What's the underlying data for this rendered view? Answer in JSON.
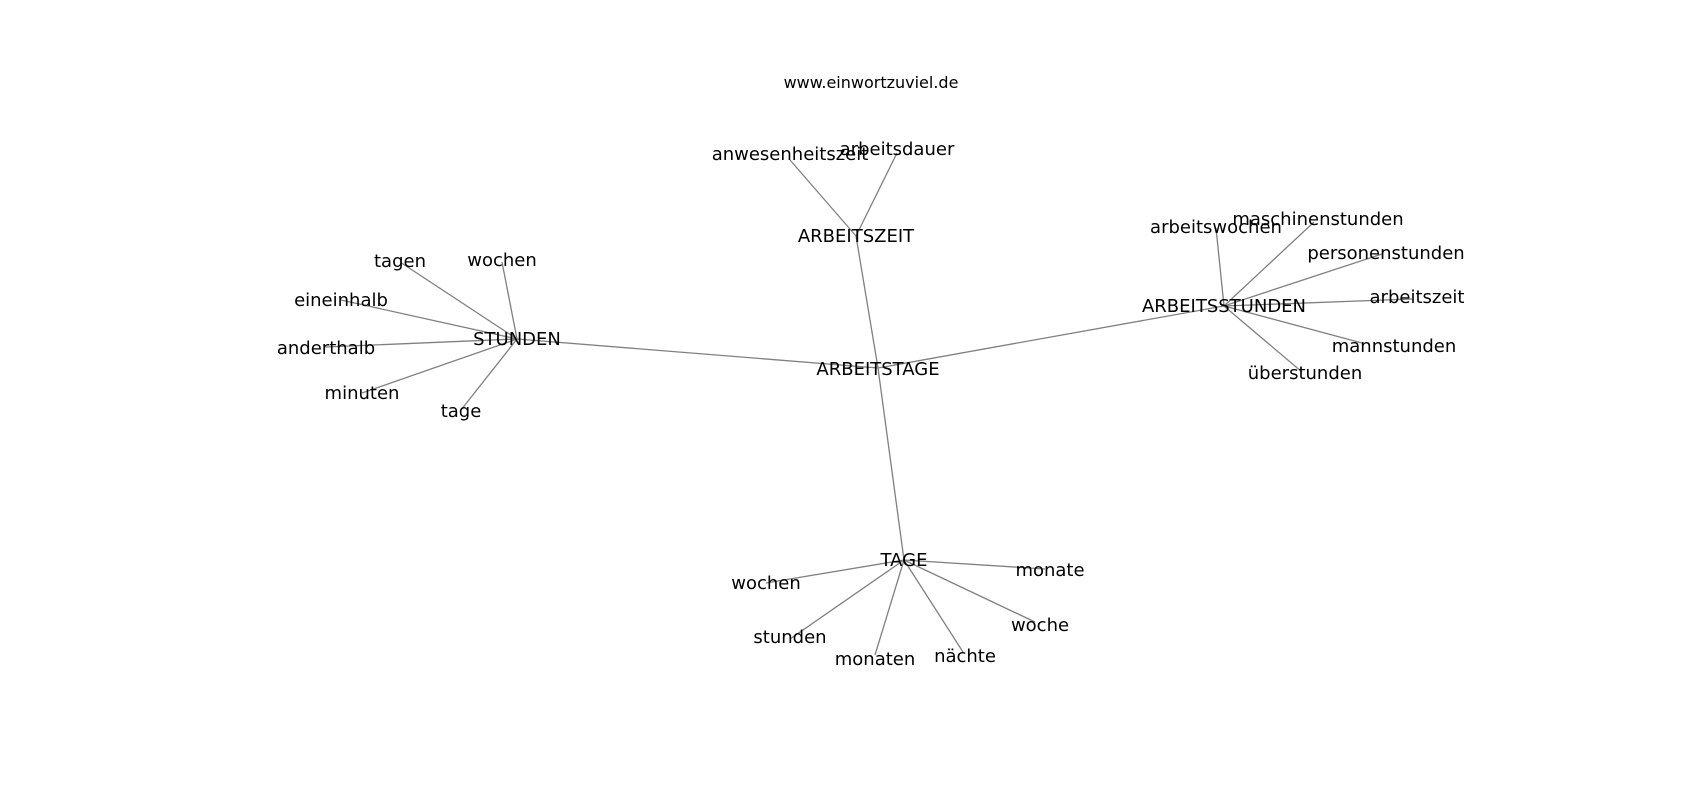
{
  "credit": "www.einwortzuviel.de",
  "graph": {
    "center": "ARBEITSTAGE",
    "hubs": {
      "arbeitszeit": {
        "label": "ARBEITSZEIT",
        "leaves": [
          "anwesenheitszeit",
          "arbeitsdauer"
        ]
      },
      "stunden": {
        "label": "STUNDEN",
        "leaves": [
          "tagen",
          "wochen",
          "eineinhalb",
          "anderthalb",
          "minuten",
          "tage"
        ]
      },
      "arbeitsstunden": {
        "label": "ARBEITSSTUNDEN",
        "leaves": [
          "arbeitswochen",
          "maschinenstunden",
          "personenstunden",
          "arbeitszeit",
          "mannstunden",
          "überstunden"
        ]
      },
      "tage": {
        "label": "TAGE",
        "leaves": [
          "wochen",
          "stunden",
          "monaten",
          "nächte",
          "woche",
          "monate"
        ]
      }
    }
  }
}
